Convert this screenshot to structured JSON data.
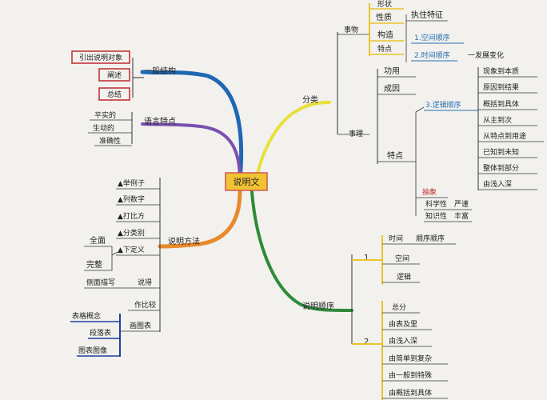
{
  "center": "说明文",
  "left": {
    "general": {
      "label": "一般结构",
      "items": [
        "引出说明对象",
        "阐述",
        "总结"
      ]
    },
    "language": {
      "label": "语言特点",
      "items": [
        "平实的",
        "生动的",
        "准确性"
      ]
    },
    "methods": {
      "label": "说明方法",
      "items": [
        "▲举例子",
        "▲列数字",
        "▲打比方",
        "▲分类别",
        "▲下定义"
      ],
      "completeness": [
        "全面",
        "完整"
      ],
      "side": "侧面描写",
      "quote": "说得",
      "compare": "作比较",
      "draw": "画图表",
      "draw_sub": [
        "表格概念",
        "段落表",
        "图表图像"
      ]
    }
  },
  "right": {
    "category": {
      "label": "分类",
      "things": {
        "label": "事物",
        "items": [
          "形状",
          "性质",
          "构造",
          "特点"
        ],
        "feature_items": [
          "1.空间顺序",
          "2.时间顺序"
        ],
        "dev": "一发展变化"
      },
      "logic": {
        "label": "事理",
        "func": [
          "功用",
          "成因"
        ],
        "feature": "特点",
        "logic_label": "3.逻辑顺序",
        "logic_items": [
          "现象到本质",
          "原因到结果",
          "概括到具体",
          "从主到次",
          "从特点到用途",
          "已知到未知",
          "整体到部分",
          "由浅入深"
        ],
        "abstract": "抽象",
        "sci": "科学性",
        "sci2": "严谨",
        "knowledge": "知识性",
        "know2": "丰富"
      }
    },
    "order": {
      "label": "说明顺序",
      "group1_num": "1.",
      "group1": [
        "时间",
        "空间",
        "逻辑"
      ],
      "group1_sub": "顺序顺序",
      "group2_num": "2.",
      "group2": [
        "总分",
        "由表及里",
        "由浅入深",
        "由简单到复杂",
        "由一般到特殊",
        "由概括到具体"
      ]
    }
  }
}
